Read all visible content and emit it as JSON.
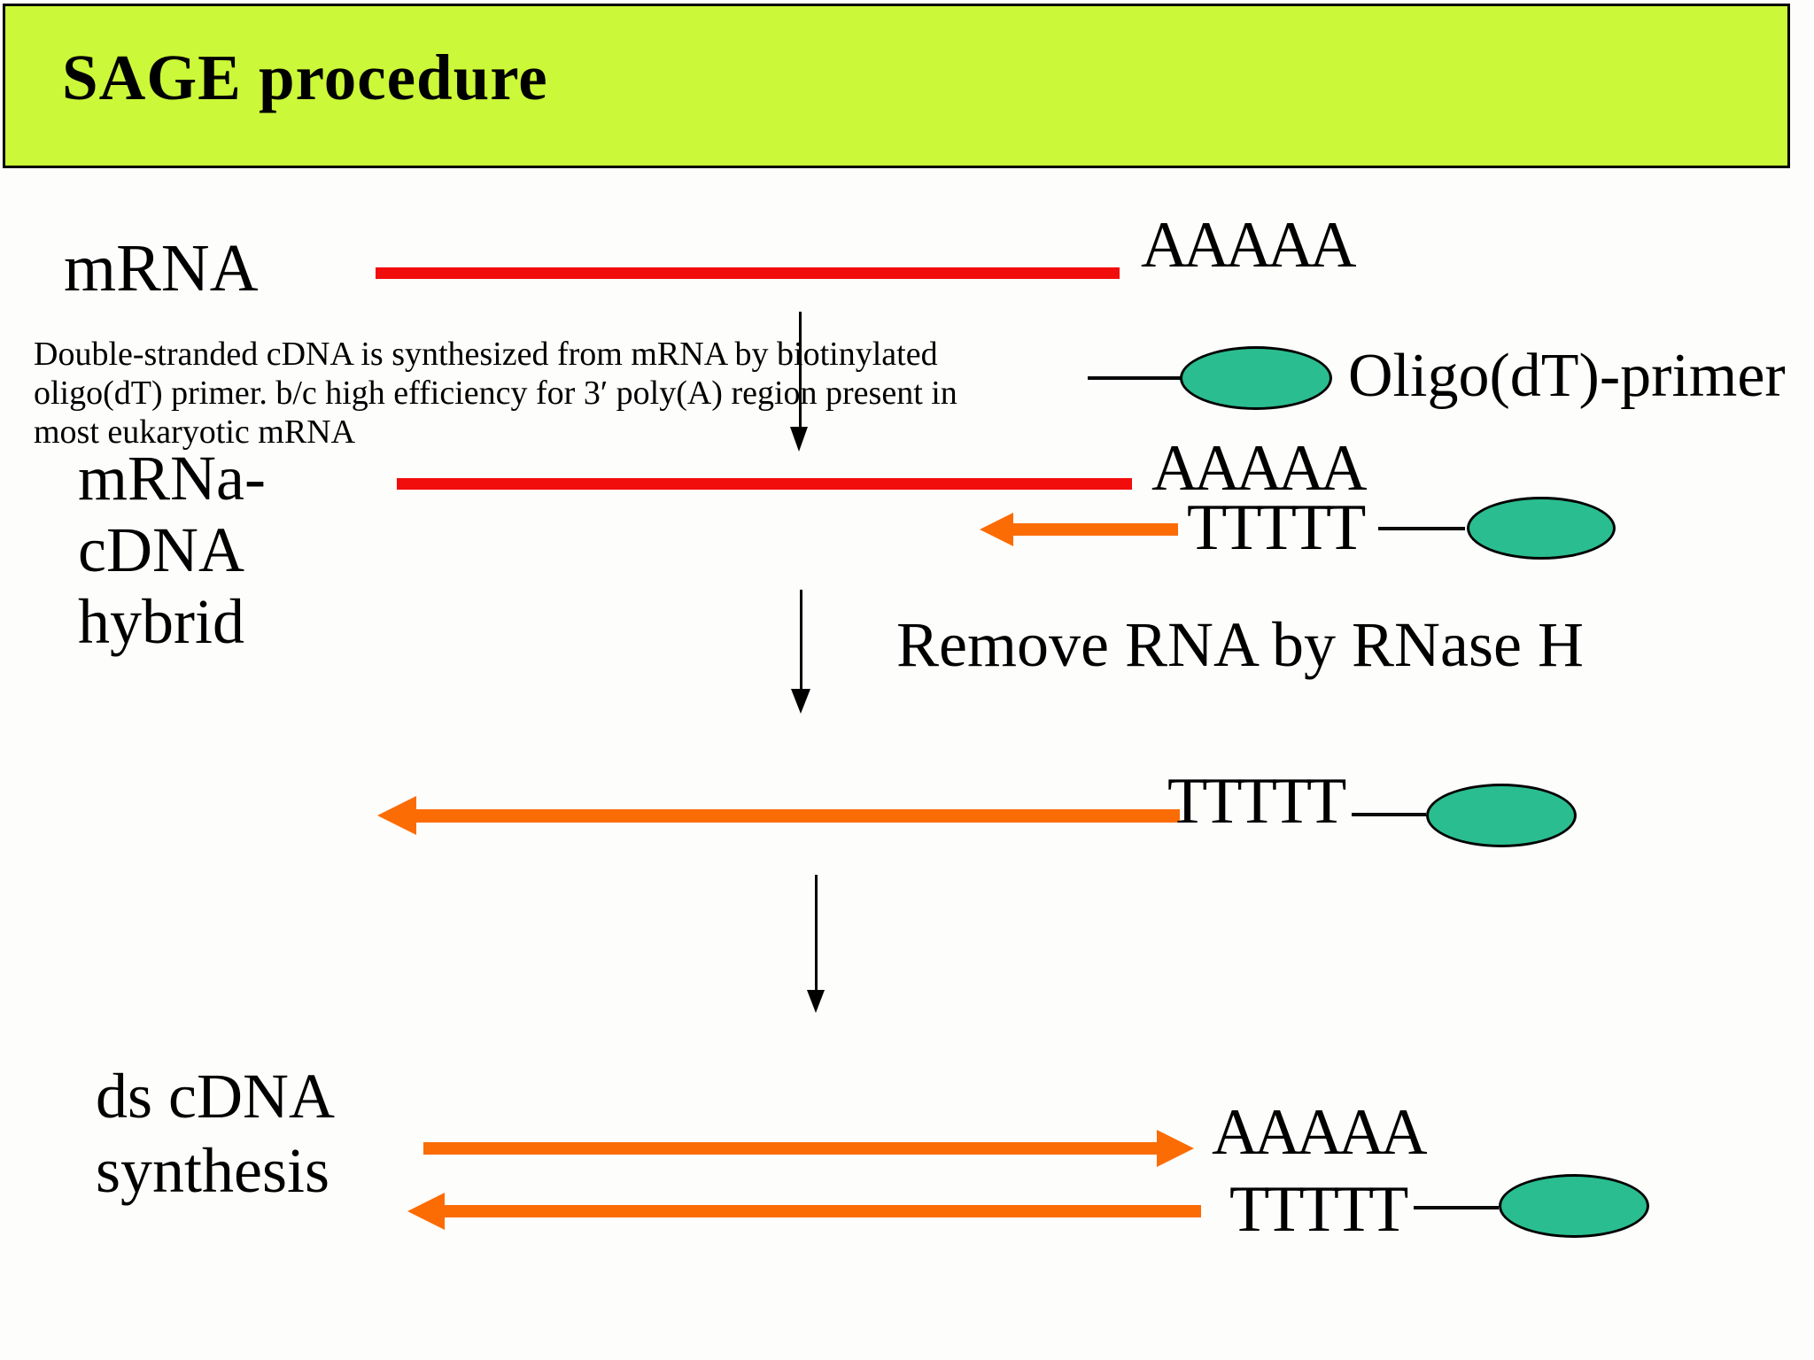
{
  "title": "SAGE procedure",
  "colors": {
    "title_bg": "#cbf838",
    "rna_red": "#f20d0d",
    "dna_orange": "#fb6c04",
    "biotin_green": "#2abd90"
  },
  "labels": {
    "mrna": "mRNA",
    "oligo_primer": "Oligo(dT)-primer",
    "hybrid_line1": "mRNa-",
    "hybrid_line2": "cDNA",
    "hybrid_line3": "hybrid",
    "remove_rna": "Remove RNA by RNase H",
    "ds_line1": "ds cDNA",
    "ds_line2": "synthesis"
  },
  "sequences": {
    "polya_1": "AAAAA",
    "polya_2": "AAAAA",
    "polya_3": "AAAAA",
    "polyt_1": "TTTTT",
    "polyt_2": "TTTTT",
    "polyt_3": "TTTTT"
  },
  "note": {
    "line1": "Double-stranded cDNA  is synthesized from mRNA by biotinylated",
    "line2": "oligo(dT) primer. b/c high efficiency for 3′ poly(A) region present in",
    "line3": "most eukaryotic mRNA"
  }
}
